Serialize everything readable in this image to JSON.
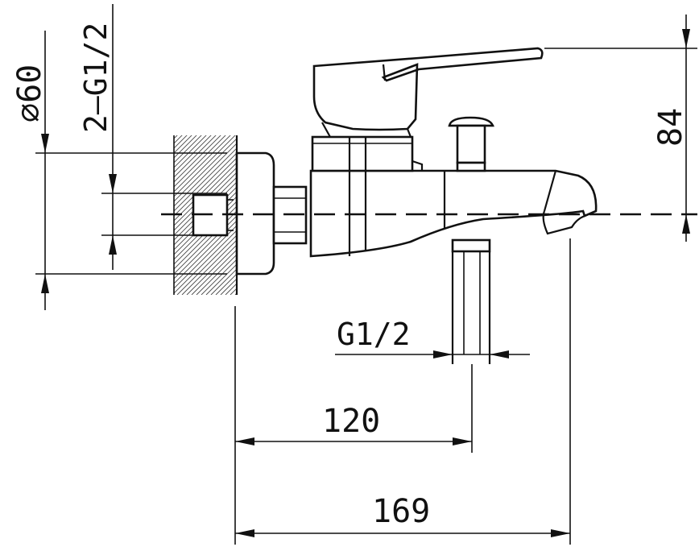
{
  "drawing": {
    "dimensions": {
      "diameter_60": "∅60",
      "inlet_thread": "2–G1/2",
      "height_84": "84",
      "outlet_thread": "G1/2",
      "length_120": "120",
      "length_169": "169"
    }
  }
}
